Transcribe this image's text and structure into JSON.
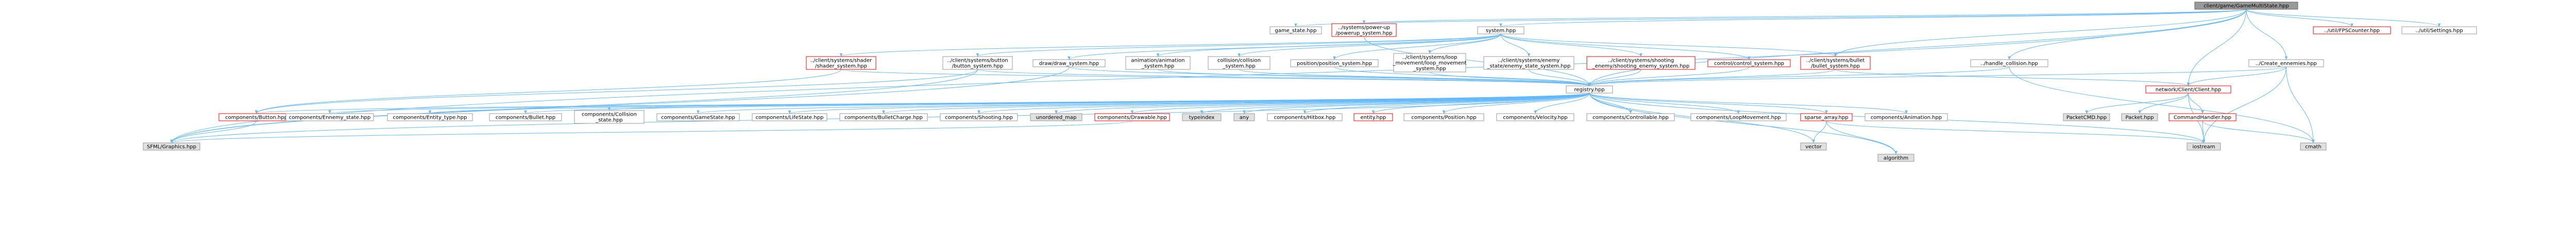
{
  "colors": {
    "root_fill": "#999999",
    "root_stroke": "#666666",
    "normal_fill": "#ffffff",
    "normal_stroke": "#999999",
    "missing_fill": "#ffffff",
    "missing_stroke": "#ff0000",
    "missing_text": "#ff0000",
    "external_fill": "#e0e0e0",
    "external_stroke": "#999999",
    "edge": "#63b8ff"
  },
  "nodes": [
    {
      "id": "root",
      "label": [
        "client/game/GameMultiState.hpp"
      ],
      "kind": "root"
    },
    {
      "id": "game_state",
      "label": [
        "game_state.hpp"
      ],
      "kind": "normal"
    },
    {
      "id": "powerup",
      "label": [
        "../systems/power-up",
        "/powerup_system.hpp"
      ],
      "kind": "missing"
    },
    {
      "id": "system",
      "label": [
        "system.hpp"
      ],
      "kind": "normal"
    },
    {
      "id": "fps",
      "label": [
        "../util/FPSCounter.hpp"
      ],
      "kind": "missing"
    },
    {
      "id": "settings",
      "label": [
        "../util/Settings.hpp"
      ],
      "kind": "normal"
    },
    {
      "id": "shader",
      "label": [
        "../client/systems/shader",
        "/shader_system.hpp"
      ],
      "kind": "missing"
    },
    {
      "id": "button_sys",
      "label": [
        "../client/systems/button",
        "/button_system.hpp"
      ],
      "kind": "normal"
    },
    {
      "id": "draw",
      "label": [
        "draw/draw_system.hpp"
      ],
      "kind": "normal"
    },
    {
      "id": "animation",
      "label": [
        "animation/animation",
        "_system.hpp"
      ],
      "kind": "normal"
    },
    {
      "id": "collision",
      "label": [
        "collision/collision",
        "_system.hpp"
      ],
      "kind": "normal"
    },
    {
      "id": "position_sys",
      "label": [
        "position/position_system.hpp"
      ],
      "kind": "normal"
    },
    {
      "id": "loop_movement",
      "label": [
        "../client/systems/loop",
        "_movement/loop_movement",
        "_system.hpp"
      ],
      "kind": "normal"
    },
    {
      "id": "enemy_state",
      "label": [
        "../client/systems/enemy",
        "_state/enemy_state_system.hpp"
      ],
      "kind": "normal"
    },
    {
      "id": "shooting_enemy",
      "label": [
        "../client/systems/shooting",
        "_enemy/shooting_enemy_system.hpp"
      ],
      "kind": "missing"
    },
    {
      "id": "control",
      "label": [
        "control/control_system.hpp"
      ],
      "kind": "missing"
    },
    {
      "id": "bullet_sys",
      "label": [
        "../client/systems/bullet",
        "/bullet_system.hpp"
      ],
      "kind": "missing"
    },
    {
      "id": "handle_collision",
      "label": [
        "../handle_collision.hpp"
      ],
      "kind": "normal"
    },
    {
      "id": "create_enemies",
      "label": [
        "../Create_ennemies.hpp"
      ],
      "kind": "normal"
    },
    {
      "id": "registry",
      "label": [
        "registry.hpp"
      ],
      "kind": "normal"
    },
    {
      "id": "network_client",
      "label": [
        "network/Client/Client.hpp"
      ],
      "kind": "missing"
    },
    {
      "id": "button_hpp",
      "label": [
        "components/Button.hpp"
      ],
      "kind": "missing"
    },
    {
      "id": "enemy_state_c",
      "label": [
        "components/Ennemy_state.hpp"
      ],
      "kind": "normal"
    },
    {
      "id": "entity_type",
      "label": [
        "components/Entity_type.hpp"
      ],
      "kind": "normal"
    },
    {
      "id": "bullet_c",
      "label": [
        "components/Bullet.hpp"
      ],
      "kind": "normal"
    },
    {
      "id": "collision_state",
      "label": [
        "components/Collision",
        "_state.hpp"
      ],
      "kind": "normal"
    },
    {
      "id": "gamestate_c",
      "label": [
        "components/GameState.hpp"
      ],
      "kind": "normal"
    },
    {
      "id": "lifestate",
      "label": [
        "components/LifeState.hpp"
      ],
      "kind": "normal"
    },
    {
      "id": "bulletcharge",
      "label": [
        "components/BulletCharge.hpp"
      ],
      "kind": "normal"
    },
    {
      "id": "shooting_c",
      "label": [
        "components/Shooting.hpp"
      ],
      "kind": "normal"
    },
    {
      "id": "unordered_map",
      "label": [
        "unordered_map"
      ],
      "kind": "external"
    },
    {
      "id": "drawable",
      "label": [
        "components/Drawable.hpp"
      ],
      "kind": "missing"
    },
    {
      "id": "typeindex",
      "label": [
        "typeindex"
      ],
      "kind": "external"
    },
    {
      "id": "any",
      "label": [
        "any"
      ],
      "kind": "external"
    },
    {
      "id": "hitbox",
      "label": [
        "components/Hitbox.hpp"
      ],
      "kind": "normal"
    },
    {
      "id": "entity",
      "label": [
        "entity.hpp"
      ],
      "kind": "missing"
    },
    {
      "id": "position_c",
      "label": [
        "components/Position.hpp"
      ],
      "kind": "normal"
    },
    {
      "id": "velocity",
      "label": [
        "components/Velocity.hpp"
      ],
      "kind": "normal"
    },
    {
      "id": "controllable",
      "label": [
        "components/Controllable.hpp"
      ],
      "kind": "normal"
    },
    {
      "id": "loopmovement_c",
      "label": [
        "components/LoopMovement.hpp"
      ],
      "kind": "normal"
    },
    {
      "id": "sparse_array",
      "label": [
        "sparse_array.hpp"
      ],
      "kind": "missing"
    },
    {
      "id": "animation_c",
      "label": [
        "components/Animation.hpp"
      ],
      "kind": "normal"
    },
    {
      "id": "packet_cmd",
      "label": [
        "PacketCMD.hpp"
      ],
      "kind": "external"
    },
    {
      "id": "packet",
      "label": [
        "Packet.hpp"
      ],
      "kind": "external"
    },
    {
      "id": "command_handler",
      "label": [
        "CommandHandler.hpp"
      ],
      "kind": "missing"
    },
    {
      "id": "sfml_graphics",
      "label": [
        "SFML/Graphics.hpp"
      ],
      "kind": "external"
    },
    {
      "id": "vector",
      "label": [
        "vector"
      ],
      "kind": "external"
    },
    {
      "id": "algorithm",
      "label": [
        "algorithm"
      ],
      "kind": "external"
    },
    {
      "id": "iostream",
      "label": [
        "iostream"
      ],
      "kind": "external"
    },
    {
      "id": "cmath",
      "label": [
        "cmath"
      ],
      "kind": "external"
    }
  ],
  "edges": [
    [
      "root",
      "game_state"
    ],
    [
      "root",
      "powerup"
    ],
    [
      "root",
      "system"
    ],
    [
      "root",
      "fps"
    ],
    [
      "root",
      "settings"
    ],
    [
      "root",
      "handle_collision"
    ],
    [
      "root",
      "create_enemies"
    ],
    [
      "root",
      "registry"
    ],
    [
      "root",
      "network_client"
    ],
    [
      "root",
      "sfml_graphics"
    ],
    [
      "root",
      "bullet_sys"
    ],
    [
      "system",
      "shader"
    ],
    [
      "system",
      "button_sys"
    ],
    [
      "system",
      "draw"
    ],
    [
      "system",
      "animation"
    ],
    [
      "system",
      "collision"
    ],
    [
      "system",
      "position_sys"
    ],
    [
      "system",
      "loop_movement"
    ],
    [
      "system",
      "enemy_state"
    ],
    [
      "system",
      "shooting_enemy"
    ],
    [
      "system",
      "control"
    ],
    [
      "system",
      "bullet_sys"
    ],
    [
      "powerup",
      "registry"
    ],
    [
      "shader",
      "registry"
    ],
    [
      "button_sys",
      "registry"
    ],
    [
      "draw",
      "registry"
    ],
    [
      "animation",
      "registry"
    ],
    [
      "collision",
      "registry"
    ],
    [
      "position_sys",
      "registry"
    ],
    [
      "loop_movement",
      "registry"
    ],
    [
      "enemy_state",
      "registry"
    ],
    [
      "shooting_enemy",
      "registry"
    ],
    [
      "control",
      "registry"
    ],
    [
      "bullet_sys",
      "registry"
    ],
    [
      "handle_collision",
      "registry"
    ],
    [
      "create_enemies",
      "registry"
    ],
    [
      "shader",
      "button_hpp"
    ],
    [
      "button_sys",
      "button_hpp"
    ],
    [
      "button_sys",
      "sfml_graphics"
    ],
    [
      "draw",
      "sfml_graphics"
    ],
    [
      "bullet_sys",
      "network_client"
    ],
    [
      "handle_collision",
      "cmath"
    ],
    [
      "create_enemies",
      "iostream"
    ],
    [
      "create_enemies",
      "cmath"
    ],
    [
      "create_enemies",
      "network_client"
    ],
    [
      "registry",
      "button_hpp"
    ],
    [
      "registry",
      "enemy_state_c"
    ],
    [
      "registry",
      "entity_type"
    ],
    [
      "registry",
      "bullet_c"
    ],
    [
      "registry",
      "collision_state"
    ],
    [
      "registry",
      "gamestate_c"
    ],
    [
      "registry",
      "lifestate"
    ],
    [
      "registry",
      "bulletcharge"
    ],
    [
      "registry",
      "shooting_c"
    ],
    [
      "registry",
      "unordered_map"
    ],
    [
      "registry",
      "drawable"
    ],
    [
      "registry",
      "typeindex"
    ],
    [
      "registry",
      "any"
    ],
    [
      "registry",
      "hitbox"
    ],
    [
      "registry",
      "entity"
    ],
    [
      "registry",
      "position_c"
    ],
    [
      "registry",
      "velocity"
    ],
    [
      "registry",
      "controllable"
    ],
    [
      "registry",
      "loopmovement_c"
    ],
    [
      "registry",
      "sparse_array"
    ],
    [
      "registry",
      "animation_c"
    ],
    [
      "registry",
      "vector"
    ],
    [
      "registry",
      "algorithm"
    ],
    [
      "registry",
      "iostream"
    ],
    [
      "registry",
      "sfml_graphics"
    ],
    [
      "button_hpp",
      "sfml_graphics"
    ],
    [
      "drawable",
      "sfml_graphics"
    ],
    [
      "sparse_array",
      "vector"
    ],
    [
      "sparse_array",
      "algorithm"
    ],
    [
      "sparse_array",
      "iostream"
    ],
    [
      "network_client",
      "packet_cmd"
    ],
    [
      "network_client",
      "packet"
    ],
    [
      "network_client",
      "command_handler"
    ],
    [
      "network_client",
      "iostream"
    ],
    [
      "command_handler",
      "iostream"
    ],
    [
      "command_handler",
      "cmath"
    ]
  ]
}
